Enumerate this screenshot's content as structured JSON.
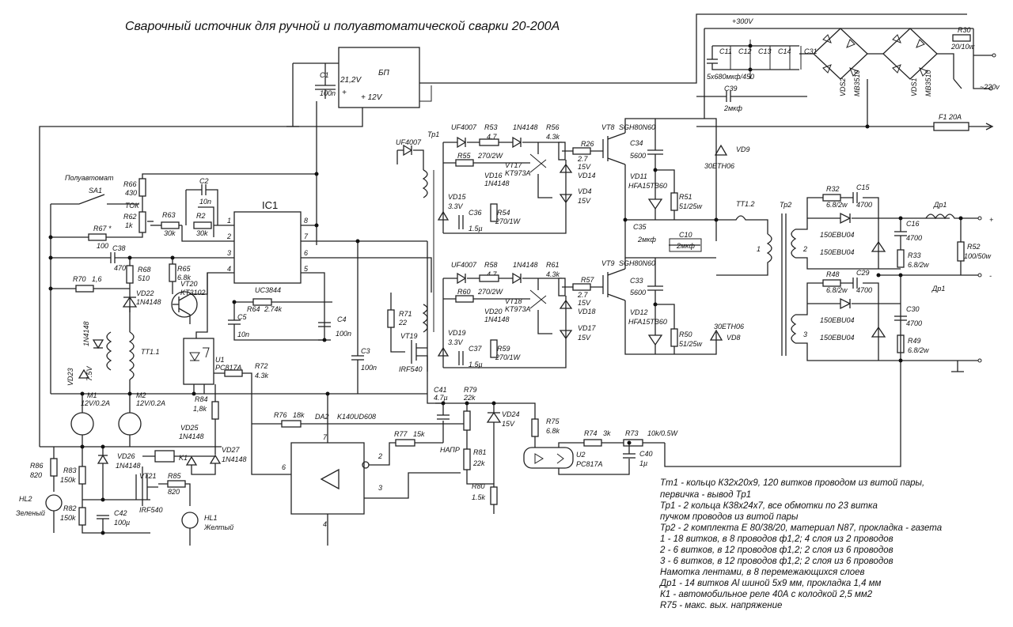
{
  "title": "Сварочный источник для ручной и полуавтоматической сварки 20-200А",
  "power_supply": {
    "name": "БП",
    "out_v": "21,2V",
    "out_12": "+ 12V",
    "plus": "+",
    "cap_c1": "C1",
    "cap_c1_val": "100n"
  },
  "mains": {
    "hv_label": "+300V",
    "fuse": "F1 20A",
    "r30": "R30",
    "r30_val": "20/10w",
    "mains_v": "~220v",
    "caps": [
      "C11",
      "C12",
      "C13",
      "C14",
      "C31"
    ],
    "cap_bank": "5x680мкф/450",
    "c39": "C39",
    "c39_val": "2мкф",
    "bridge1": "VDS1",
    "bridge1_part": "MB3510",
    "bridge2": "VDS2",
    "bridge2_part": "MB3510"
  },
  "control": {
    "ic1": "IC1",
    "ic1_part": "UC3844",
    "pins": [
      "1",
      "2",
      "3",
      "4",
      "8",
      "7",
      "6",
      "5"
    ],
    "r66": "R66",
    "r66_val": "430",
    "r62": "R62",
    "r62_val": "1k",
    "tok": "ТОК",
    "poluavtomat": "Полуавтомат",
    "sa1": "SA1",
    "r67": "R67 *",
    "r67_val": "100",
    "c38": "C38",
    "c38_val": "470",
    "r63": "R63",
    "r63_val": "30k",
    "r2": "R2",
    "r2_val": "30k",
    "c2": "C2",
    "c2_val": "10n",
    "r68": "R68",
    "r68_val": "510",
    "r65": "R65",
    "r65_val": "6.8k",
    "vt20": "VT20",
    "vt20_part": "KT3102",
    "r70": "R70",
    "r70_val": "1,6",
    "vd22": "VD22",
    "vd22_part": "1N4148",
    "r64": "R64",
    "r64_val": "2.74k",
    "c5": "C5",
    "c5_val": "10n",
    "c4": "C4",
    "c4_val": "100n",
    "c3": "C3",
    "c3_val": "100n",
    "tt11": "TT1.1",
    "d1n4148": "1N4148",
    "vd23": "VD23",
    "vd23_val": "7.5V",
    "u1": "U1",
    "u1_part": "PC817A",
    "r72": "R72",
    "r72_val": "4.3k",
    "r84": "R84",
    "r84_val": "1,8k",
    "m1": "M1",
    "m1_val": "12V/0.2A",
    "m2": "M2",
    "m2_val": "12V/0.2A",
    "vd25": "VD25",
    "vd25_part": "1N4148",
    "vd26": "VD26",
    "vd26_part": "1N4148",
    "vd27": "VD27",
    "vd27_part": "1N4148",
    "k1": "K1",
    "vt21": "VT21",
    "vt21_part": "IRF540",
    "r85": "R85",
    "r85_val": "820",
    "r86": "R86",
    "r86_val": "820",
    "r83": "R83",
    "r83_val": "150k",
    "r82": "R82",
    "r82_val": "150k",
    "c42": "C42",
    "c42_val": "100µ",
    "hl2": "HL2",
    "hl2_col": "Зеленый",
    "hl1": "HL1",
    "hl1_col": "Желтый",
    "r71": "R71",
    "r71_val": "22",
    "vt19": "VT19",
    "vt19_part": "IRF540"
  },
  "driver": {
    "tp1": "Тр1",
    "uf4007": "UF4007",
    "d1n4148": "1N4148",
    "vt_part": "SGH80N60",
    "top": {
      "r53": "R53",
      "r53_val": "4.7",
      "r55": "R55",
      "r55_val": "270/2W",
      "r56": "R56",
      "r56_val": "4.3k",
      "vd16": "VD16",
      "vd16_part": "1N4148",
      "vt17": "VT17",
      "vt17_part": "KT973A",
      "vd15": "VD15",
      "vd15_val": "3.3V",
      "c36": "C36",
      "c36_val": "1.5µ",
      "r54": "R54",
      "r54_val": "270/1W",
      "r26": "R26",
      "r26_val": "2.7",
      "vd14": "VD14",
      "vd14_val": "15V",
      "vd4": "VD4",
      "vd4_val": "15V",
      "vt8": "VT8",
      "c34": "C34",
      "c34_val": "5600",
      "vd11": "VD11",
      "vd11_part": "HFA15TB60",
      "r51": "R51",
      "r51_val": "51/25w",
      "vd9": "VD9",
      "vd9_part": "30ETH06"
    },
    "bot": {
      "r58": "R58",
      "r58_val": "4.7",
      "r60": "R60",
      "r60_val": "270/2W",
      "r61": "R61",
      "r61_val": "4.3k",
      "vd20": "VD20",
      "vd20_part": "1N4148",
      "vt18": "VT18",
      "vt18_part": "KT973A",
      "vd19": "VD19",
      "vd19_val": "3.3V",
      "c37": "C37",
      "c37_val": "1.5µ",
      "r59": "R59",
      "r59_val": "270/1W",
      "r57": "R57",
      "r57_val": "2.7",
      "vd18": "VD18",
      "vd18_val": "15V",
      "vd17": "VD17",
      "vd17_val": "15V",
      "vt9": "VT9",
      "c33": "C33",
      "c33_val": "5600",
      "vd12": "VD12",
      "vd12_part": "HFA15TB60",
      "r50": "R50",
      "r50_val": "51/25w",
      "vd8": "VD8",
      "vd8_part": "30ETH06"
    },
    "c35": "C35",
    "c35_val": "2мкф",
    "c10": "C10",
    "c10_val": "2мкф",
    "tt12": "TT1.2",
    "one": "1"
  },
  "output": {
    "tp2": "Тр2",
    "r32": "R32",
    "r32_val": "6.8/2w",
    "c15": "C15",
    "c15_val": "4700",
    "diode_part": "150EBU04",
    "c16": "C16",
    "c16_val": "4700",
    "r33": "R33",
    "r33_val": "6.8/2w",
    "r52": "R52",
    "r52_val": "100/50w",
    "dr1": "Др1",
    "r48": "R48",
    "r48_val": "6.8/2w",
    "c29": "C29",
    "c29_val": "4700",
    "c30": "C30",
    "c30_val": "4700",
    "r49": "R49",
    "r49_val": "6.8/2w",
    "w2": "2",
    "w3": "3",
    "plus": "+",
    "minus": "-"
  },
  "feedback": {
    "da2": "DA2",
    "da2_part": "K140UD608",
    "r76": "R76",
    "r76_val": "18k",
    "r77": "R77",
    "r77_val": "15k",
    "c41": "C41",
    "c41_val": "4.7µ",
    "r79": "R79",
    "r79_val": "22k",
    "vd24": "VD24",
    "vd24_val": "15V",
    "r75": "R75",
    "r75_val": "6.8k",
    "r74": "R74",
    "r74_val": "3k",
    "r73": "R73",
    "r73_val": "10k/0.5W",
    "c40": "C40",
    "c40_val": "1µ",
    "napr": "НАПР",
    "r81": "R81",
    "r81_val": "22k",
    "r80": "R80",
    "r80_val": "1.5k",
    "u2": "U2",
    "u2_part": "PC817A",
    "pins": [
      "7",
      "2",
      "6",
      "3",
      "4"
    ]
  },
  "notes": [
    "Тт1 - кольцо К32х20х9, 120 витков проводом из витой пары,",
    "первичка - вывод Тр1",
    "Тр1 - 2 кольца К38х24х7, все обмотки по 23 витка",
    "пучком проводов из витой пары",
    "Тр2 - 2 комплекта Е 80/38/20, материал N87, прокладка - газета",
    "1 - 18 витков, в 8 проводов ф1,2; 4 слоя из 2 проводов",
    "2 - 6 витков, в 12 проводов ф1,2; 2 слоя из 6 проводов",
    "3 - 6 витков, в 12 проводов ф1,2; 2 слоя из 6 проводов",
    "Намотка лентами, в 8 перемежающихся слоев",
    "Др1 - 14 витков Al шиной 5х9 мм, прокладка 1,4 мм",
    "К1 - автомобильное реле 40А с колодкой 2,5 мм2",
    "R75 - макс. вых. напряжение"
  ]
}
